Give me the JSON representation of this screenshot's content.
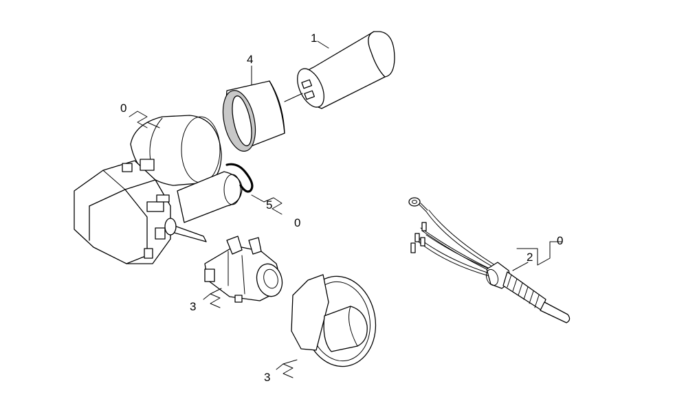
{
  "diagram": {
    "callouts": {
      "capacitor": "1",
      "ring": "4",
      "motor_group": "0",
      "seal": "5",
      "seal_group": "0",
      "cable_item": "2",
      "cable_group": "0",
      "plug_item": "3",
      "cap_item": "3"
    },
    "colors": {
      "line": "#000000",
      "background": "#ffffff",
      "ring_shade": "#c8c8c8"
    }
  }
}
